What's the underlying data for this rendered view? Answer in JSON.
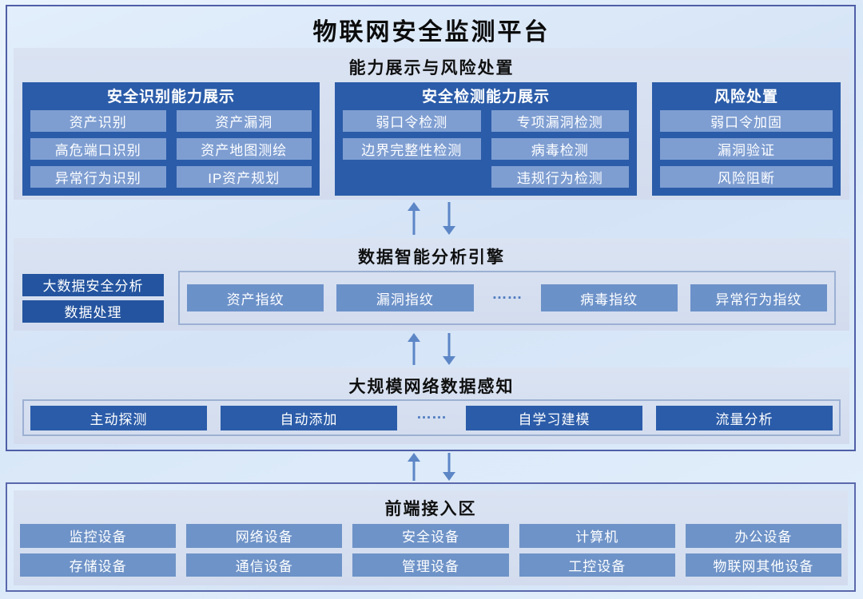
{
  "title": "物联网安全监测平台",
  "colors": {
    "dark_blue": "#2b5ca9",
    "medium_blue": "#7e9ed2",
    "button_blue": "#6e93c8",
    "arrow_blue": "#5c86c6",
    "panel_bg": "#d5dfef",
    "outer_border": "#4f5ea7",
    "page_bg": "#dce9f8"
  },
  "sections": {
    "capability": {
      "title": "能力展示与风险处置",
      "identify": {
        "title": "安全识别能力展示",
        "items": [
          "资产识别",
          "资产漏洞",
          "高危端口识别",
          "资产地图测绘",
          "异常行为识别",
          "IP资产规划"
        ]
      },
      "detect": {
        "title": "安全检测能力展示",
        "items": [
          "弱口令检测",
          "专项漏洞检测",
          "边界完整性检测",
          "病毒检测",
          "违规行为检测"
        ]
      },
      "dispose": {
        "title": "风险处置",
        "items": [
          "弱口令加固",
          "漏洞验证",
          "风险阻断"
        ]
      }
    },
    "analysis": {
      "title": "数据智能分析引擎",
      "side_items": [
        "大数据安全分析",
        "数据处理"
      ],
      "fingerprints": [
        "资产指纹",
        "漏洞指纹",
        "病毒指纹",
        "异常行为指纹"
      ],
      "ellipsis": "……"
    },
    "perception": {
      "title": "大规模网络数据感知",
      "items": [
        "主动探测",
        "自动添加",
        "自学习建模",
        "流量分析"
      ],
      "ellipsis": "……"
    },
    "frontend": {
      "title": "前端接入区",
      "row1": [
        "监控设备",
        "网络设备",
        "安全设备",
        "计算机",
        "办公设备"
      ],
      "row2": [
        "存储设备",
        "通信设备",
        "管理设备",
        "工控设备",
        "物联网其他设备"
      ]
    }
  }
}
